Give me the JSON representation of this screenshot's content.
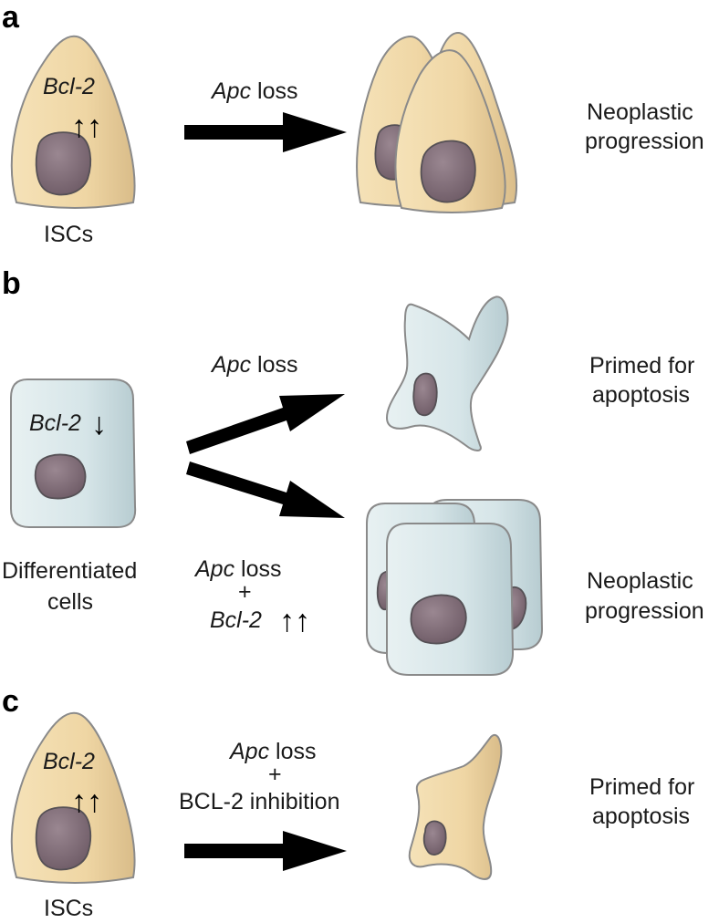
{
  "colors": {
    "tan_light": "#f4dfb3",
    "tan_dark": "#d8ba86",
    "blue_light": "#e6f0f1",
    "blue_dark": "#b9cfd4",
    "nucleus": "#7d6a74",
    "outline": "#8a8a8a"
  },
  "panel_a": {
    "letter": "a",
    "gene": "Bcl-2",
    "gene_arrows": "↑↑",
    "cell_label": "ISCs",
    "arrow_gene": "Apc",
    "arrow_text": " loss",
    "outcome_line1": "Neoplastic",
    "outcome_line2": "progression"
  },
  "panel_b": {
    "letter": "b",
    "gene": "Bcl-2",
    "gene_arrow": "↓",
    "cell_label_line1": "Differentiated",
    "cell_label_line2": "cells",
    "upper_gene": "Apc",
    "upper_text": " loss",
    "lower_gene": "Apc",
    "lower_text": " loss",
    "lower_plus": "+",
    "lower_gene2": "Bcl-2",
    "lower_arrows": "↑↑",
    "outcome_upper_line1": "Primed for",
    "outcome_upper_line2": "apoptosis",
    "outcome_lower_line1": "Neoplastic",
    "outcome_lower_line2": "progression"
  },
  "panel_c": {
    "letter": "c",
    "gene": "Bcl-2",
    "gene_arrows": "↑↑",
    "cell_label": "ISCs",
    "arrow_gene": "Apc",
    "arrow_text": " loss",
    "arrow_plus": "+",
    "arrow_line3": "BCL-2 inhibition",
    "outcome_line1": "Primed for",
    "outcome_line2": "apoptosis"
  }
}
